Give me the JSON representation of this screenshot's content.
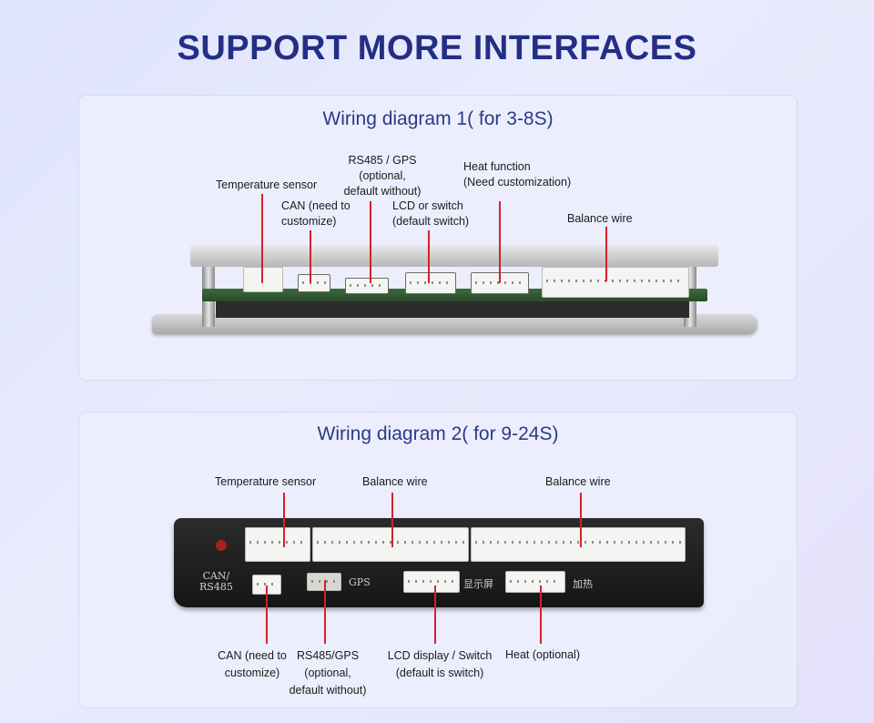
{
  "title": "SUPPORT MORE INTERFACES",
  "diagram1": {
    "title": "Wiring diagram 1( for 3-8S)",
    "labels": {
      "temperature_sensor": "Temperature sensor",
      "can": "CAN (need to\ncustomize)",
      "rs485_gps": "RS485 / GPS\n(optional,\ndefault without)",
      "lcd_switch": "LCD or switch\n(default switch)",
      "heat_function": "Heat function\n(Need customization)",
      "balance_wire": "Balance wire"
    }
  },
  "diagram2": {
    "title": "Wiring diagram 2( for 9-24S)",
    "labels": {
      "temperature_sensor": "Temperature sensor",
      "balance_wire_1": "Balance wire",
      "balance_wire_2": "Balance wire",
      "can": "CAN (need to\ncustomize)",
      "rs485_gps": "RS485/GPS\n(optional,\ndefault without)",
      "lcd_display_switch": "LCD display / Switch\n(default is switch)",
      "heat_optional": "Heat (optional)"
    },
    "silkscreen": {
      "can_rs485": "CAN/\nRS485",
      "gps": "GPS",
      "display": "显示屏",
      "heat": "加热"
    }
  },
  "colors": {
    "title": "#232e86",
    "card_title": "#2b3a86",
    "leader_line": "#d6202a"
  }
}
